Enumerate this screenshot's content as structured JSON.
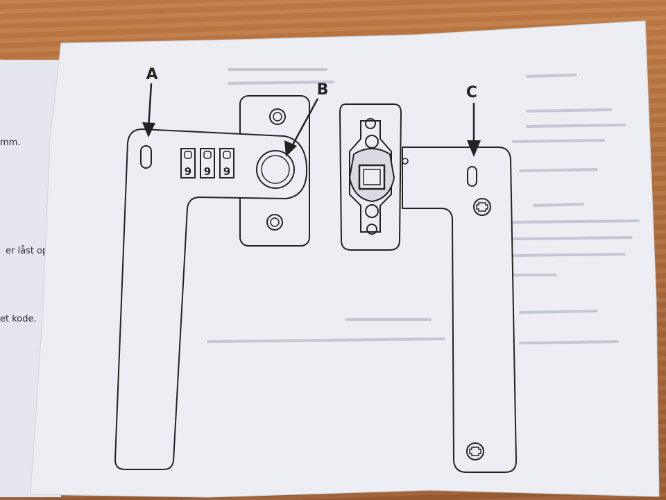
{
  "left_sheet": {
    "line1": "mm.",
    "line2": "er låst op.",
    "line3": "et kode."
  },
  "callouts": {
    "a": "A",
    "b": "B",
    "c": "C"
  },
  "code_wheels": [
    "9",
    "9",
    "9"
  ],
  "colors": {
    "paper": "#eceef3",
    "ink": "#232323",
    "faint_text": "#9aa0b4",
    "wood": "#b06d3c"
  }
}
